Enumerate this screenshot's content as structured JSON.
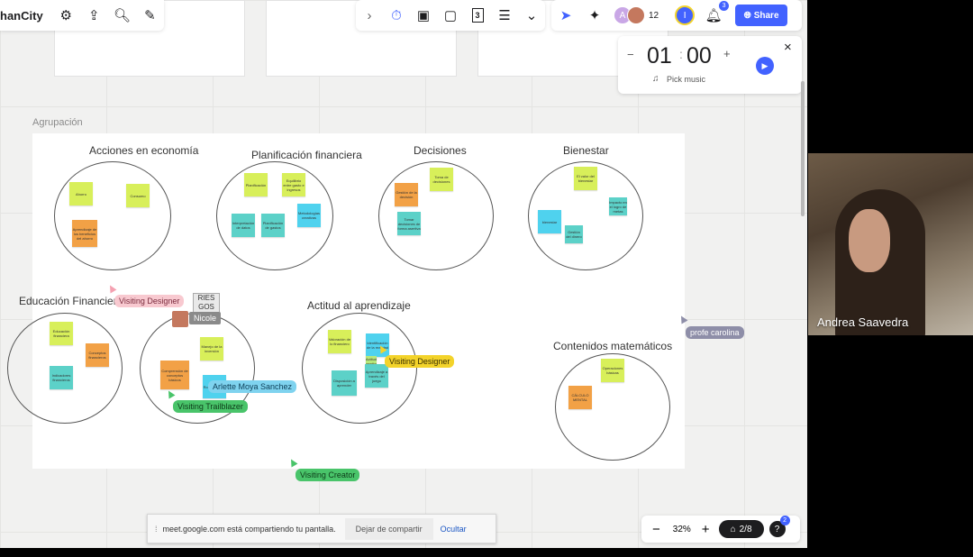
{
  "app": {
    "title_fragment": "hanCity"
  },
  "toolbar_right": {
    "avatar_count": "12",
    "notification_badge": "3",
    "share_label": "Share",
    "page_badge": "3"
  },
  "timer": {
    "minutes": "01",
    "seconds": "00",
    "minus": "−",
    "plus": "+",
    "music_label": "Pick music",
    "close": "×"
  },
  "frame": {
    "label": "Agrupación"
  },
  "groups": [
    {
      "title": "Acciones en economía",
      "notes": [
        {
          "text": "Ahorro",
          "color": "y"
        },
        {
          "text": "Consumo",
          "color": "y"
        },
        {
          "text": "Aprendizaje de los beneficios del ahorro",
          "color": "o"
        }
      ]
    },
    {
      "title": "Planificación financiera",
      "notes": [
        {
          "text": "Planificación",
          "color": "y"
        },
        {
          "text": "Equilibrio entre gasto e ingresos",
          "color": "y"
        },
        {
          "text": "Metodologías creativas",
          "color": "c"
        },
        {
          "text": "Interpretación de datos",
          "color": "t"
        },
        {
          "text": "Planificación de gastos",
          "color": "t"
        }
      ]
    },
    {
      "title": "Decisiones",
      "notes": [
        {
          "text": "Toma de decisiones",
          "color": "y"
        },
        {
          "text": "Gestión de la decisión",
          "color": "o"
        },
        {
          "text": "Tomar decisiones de forma asertiva",
          "color": "t"
        }
      ]
    },
    {
      "title": "Bienestar",
      "notes": [
        {
          "text": "El valor del bienestar",
          "color": "y"
        },
        {
          "text": "Impacto en el logro de metas",
          "color": "t"
        },
        {
          "text": "bienestar",
          "color": "c"
        },
        {
          "text": "Gestión del dinero",
          "color": "t"
        }
      ]
    },
    {
      "title": "Educación Financiera",
      "notes": [
        {
          "text": "Educación financiera",
          "color": "y"
        },
        {
          "text": "Conceptos financieros",
          "color": "o"
        },
        {
          "text": "Indicadores financieros",
          "color": "t"
        }
      ]
    },
    {
      "title": "",
      "notes": [
        {
          "text": "Manejo de la inversión",
          "color": "y"
        },
        {
          "text": "Comprensión de conceptos básicos",
          "color": "o"
        },
        {
          "text": "Rol del dinero",
          "color": "c"
        }
      ]
    },
    {
      "title": "Actitud al aprendizaje",
      "notes": [
        {
          "text": "Valoración de lo financiero",
          "color": "y"
        },
        {
          "text": "Identificación de la realidad",
          "color": "c"
        },
        {
          "text": "Actitud creativa",
          "color": "g"
        },
        {
          "text": "Aprendizaje a través del juego",
          "color": "t"
        },
        {
          "text": "Disposición a aprender",
          "color": "t"
        }
      ]
    },
    {
      "title": "Contenidos matemáticos",
      "notes": [
        {
          "text": "Operaciones básicas",
          "color": "y"
        },
        {
          "text": "CÁLCULO MENTAL",
          "color": "o"
        }
      ]
    }
  ],
  "cursors": [
    {
      "name": "Visiting Designer",
      "color": "#f8c9d0",
      "text_color": "#7a2b3d"
    },
    {
      "name": "Nicole",
      "color": "#8a8a8a",
      "text_color": "#ffffff"
    },
    {
      "name": "Arlette Moya Sanchez",
      "color": "#7fd3ef",
      "text_color": "#0c3e57"
    },
    {
      "name": "Visiting Trailblazer",
      "color": "#49c46a",
      "text_color": "#0d3a18"
    },
    {
      "name": "Visiting Designer",
      "color": "#f3d32a",
      "text_color": "#3a2f00"
    },
    {
      "name": "profe carolina",
      "color": "#8e8ea8",
      "text_color": "#ffffff"
    },
    {
      "name": "Visiting Creator",
      "color": "#49c46a",
      "text_color": "#0d3a18"
    }
  ],
  "selection_tag": {
    "line1": "RIES",
    "line2": "GOS"
  },
  "video": {
    "participant": "Andrea Saavedra"
  },
  "share_bar": {
    "message": "meet.google.com está compartiendo tu pantalla.",
    "stop_label": "Dejar de compartir",
    "hide_label": "Ocultar"
  },
  "zoom": {
    "minus": "−",
    "level": "32%",
    "plus": "+",
    "pages": "2/8",
    "help_badge": "2"
  }
}
